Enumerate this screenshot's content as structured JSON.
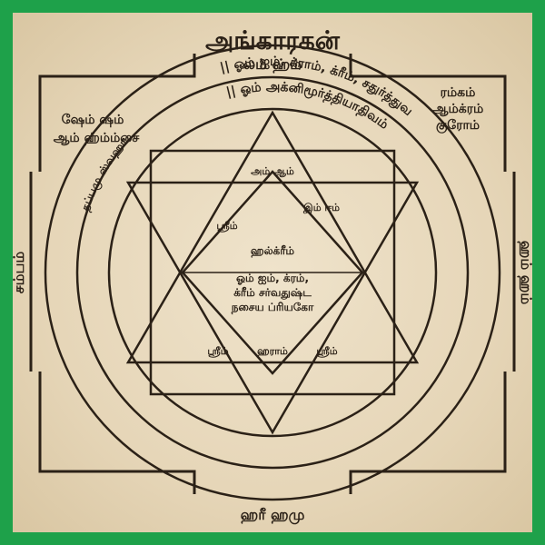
{
  "title": "அங்காரகன்",
  "top_label": "லம் ஹ்ம்",
  "bottom_label": "ஹரீ ஹமு",
  "left_label": "சம்பம்",
  "right_label": "ஹம் ஹம்",
  "top_left_corner": [
    "ஷேம் ஷம்",
    "ஆம் ஹ்ம்ம்சை"
  ],
  "top_right_corner": [
    "ரம்கம்",
    "ஆம்க்ரம்",
    "குரோம்"
  ],
  "outer_ring_text": "|| ஓம் ஐம், க்ராம், க்ரீம், சதுர்த்துவ",
  "inner_ring_text": "|| ஓம் அக்னிமூர்த்தியாதிவம்",
  "arc_left_text": "தப்பமு ஸ்வஹா",
  "center_lines": [
    "ஹல்க்ரீம்",
    "ஓம் ஐம், க்ரம்,",
    "க்ரீம் சர்வதுஷ்ட",
    "நசைய ப்ரியகோ"
  ],
  "triangle_labels": [
    "அம் ஆம்",
    "ஸ்ரீம்",
    "ஸ்ரீம்",
    "ஹராம்",
    "ஸ்ரீம்",
    "இம் ஈம்"
  ],
  "colors": {
    "border": "#1ea14a",
    "paper": "#e9dcc2",
    "ink": "#2b2117"
  }
}
